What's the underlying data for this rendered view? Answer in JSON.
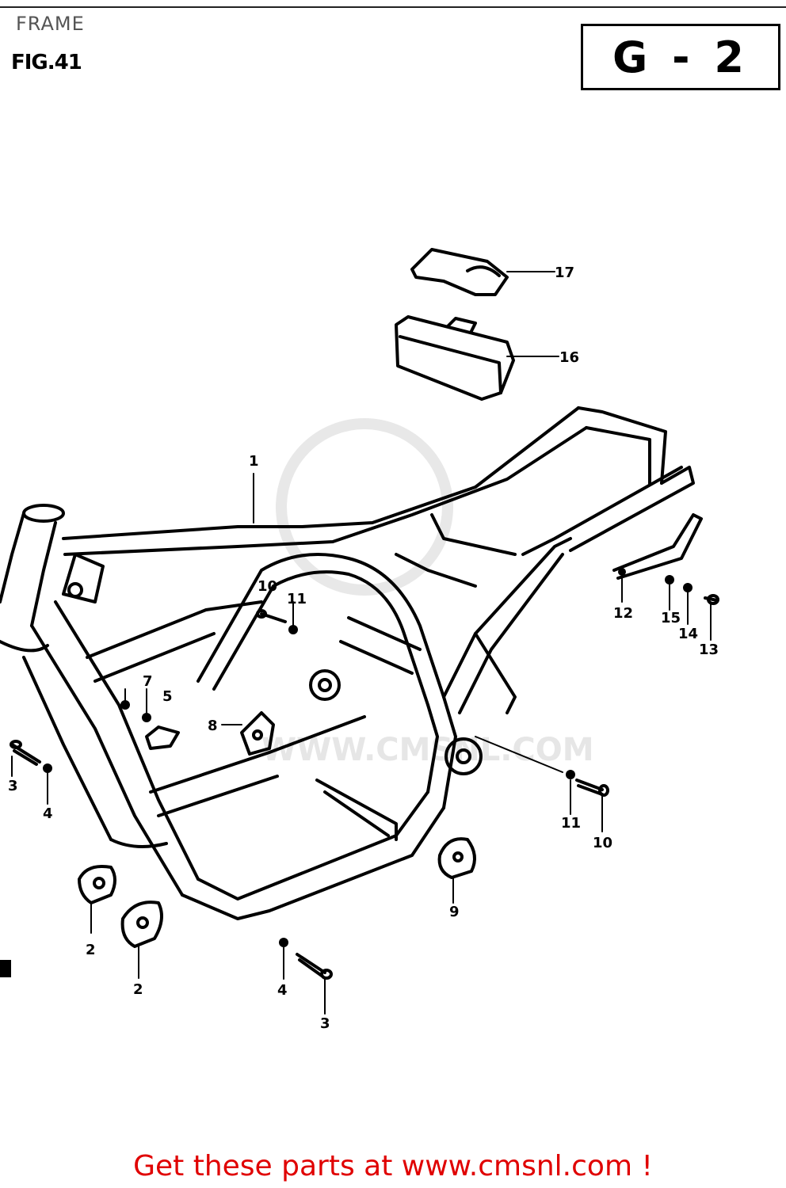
{
  "header": {
    "page_title": "FRAME",
    "figure_label": "FIG.41",
    "section_code": "G - 2"
  },
  "watermark": {
    "text": "WWW.CMSNL.COM"
  },
  "callouts": {
    "c1": "1",
    "c2a": "2",
    "c2b": "2",
    "c3a": "3",
    "c3b": "3",
    "c4a": "4",
    "c4b": "4",
    "c5": "5",
    "c7": "7",
    "c8": "8",
    "c9": "9",
    "c10a": "10",
    "c10b": "10",
    "c11a": "11",
    "c11b": "11",
    "c12": "12",
    "c13": "13",
    "c14": "14",
    "c15": "15",
    "c16": "16",
    "c17": "17"
  },
  "footer": {
    "link_text": "Get these parts at www.cmsnl.com !"
  },
  "colors": {
    "link": "#e00000",
    "ink": "#000000",
    "watermark": "#e6e6e6"
  }
}
